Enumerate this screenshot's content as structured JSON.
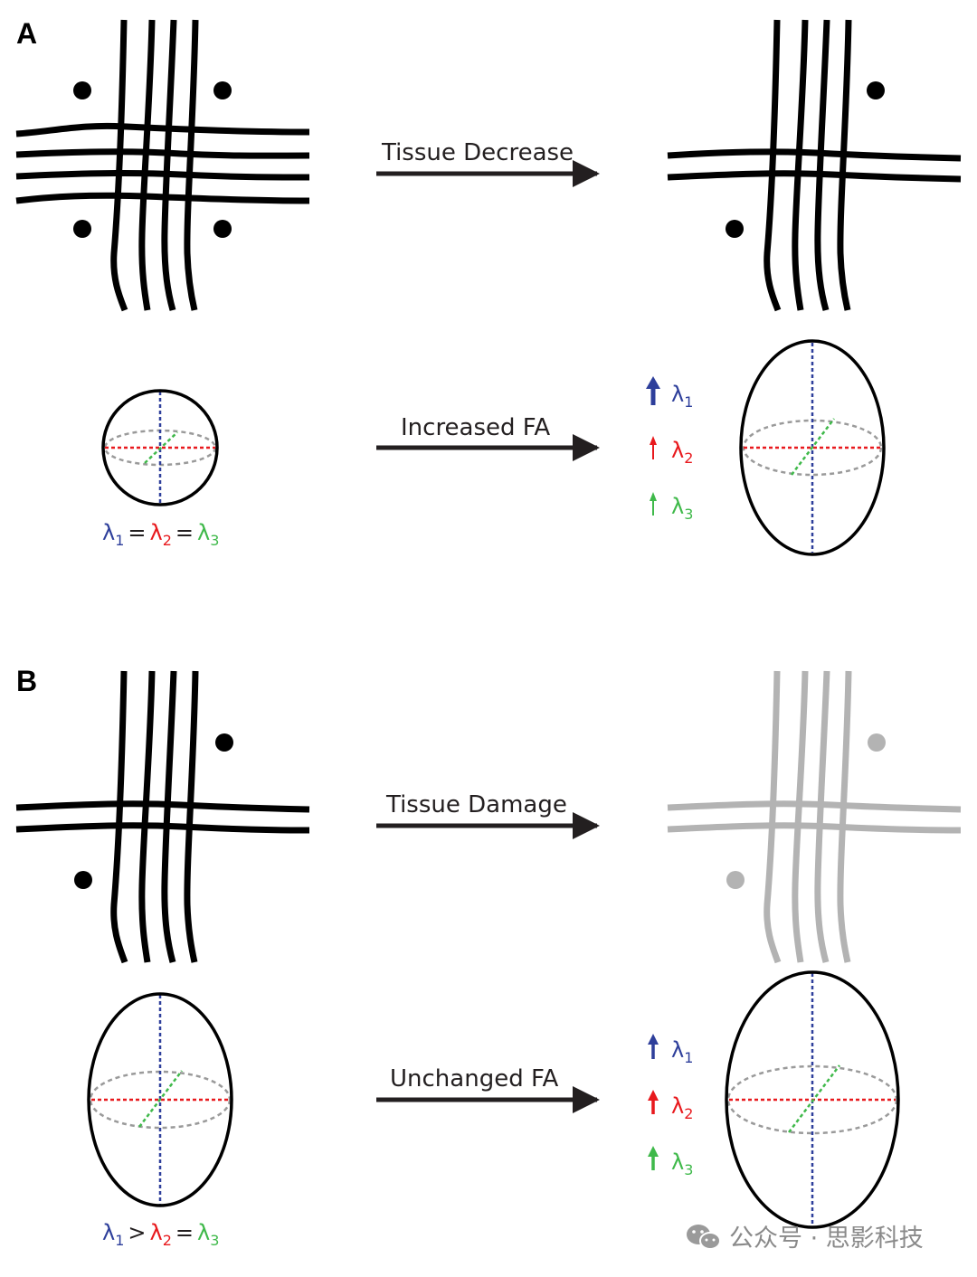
{
  "colors": {
    "fiber_dark": "#000000",
    "fiber_faded": "#b3b3b3",
    "arrow": "#231f20",
    "lambda1": "#2e3f9b",
    "lambda2": "#e8191d",
    "lambda3": "#3fb94a",
    "axis_minor": "#9a9a9a",
    "watermark": "#8a8a8a"
  },
  "panels": {
    "a": {
      "letter": "A",
      "top_arrow": "Tissue Decrease",
      "bottom_arrow": "Increased FA",
      "before_relation": {
        "l1": "λ",
        "s1": "1",
        "op1": "=",
        "l2": "λ",
        "s2": "2",
        "op2": "=",
        "l3": "λ",
        "s3": "3"
      },
      "after_changes": [
        {
          "sym": "λ",
          "sub": "1",
          "arrow": "↑",
          "strength": "large"
        },
        {
          "sym": "λ",
          "sub": "2",
          "arrow": "↑",
          "strength": "small"
        },
        {
          "sym": "λ",
          "sub": "3",
          "arrow": "↑",
          "strength": "small"
        }
      ]
    },
    "b": {
      "letter": "B",
      "top_arrow": "Tissue Damage",
      "bottom_arrow": "Unchanged FA",
      "before_relation": {
        "l1": "λ",
        "s1": "1",
        "op1": ">",
        "l2": "λ",
        "s2": "2",
        "op2": "=",
        "l3": "λ",
        "s3": "3"
      },
      "after_changes": [
        {
          "sym": "λ",
          "sub": "1",
          "arrow": "↑",
          "strength": "medium"
        },
        {
          "sym": "λ",
          "sub": "2",
          "arrow": "↑",
          "strength": "medium"
        },
        {
          "sym": "λ",
          "sub": "3",
          "arrow": "↑",
          "strength": "medium"
        }
      ]
    }
  },
  "watermark": {
    "icon": "wechat-icon",
    "text": "公众号 · 思影科技"
  }
}
